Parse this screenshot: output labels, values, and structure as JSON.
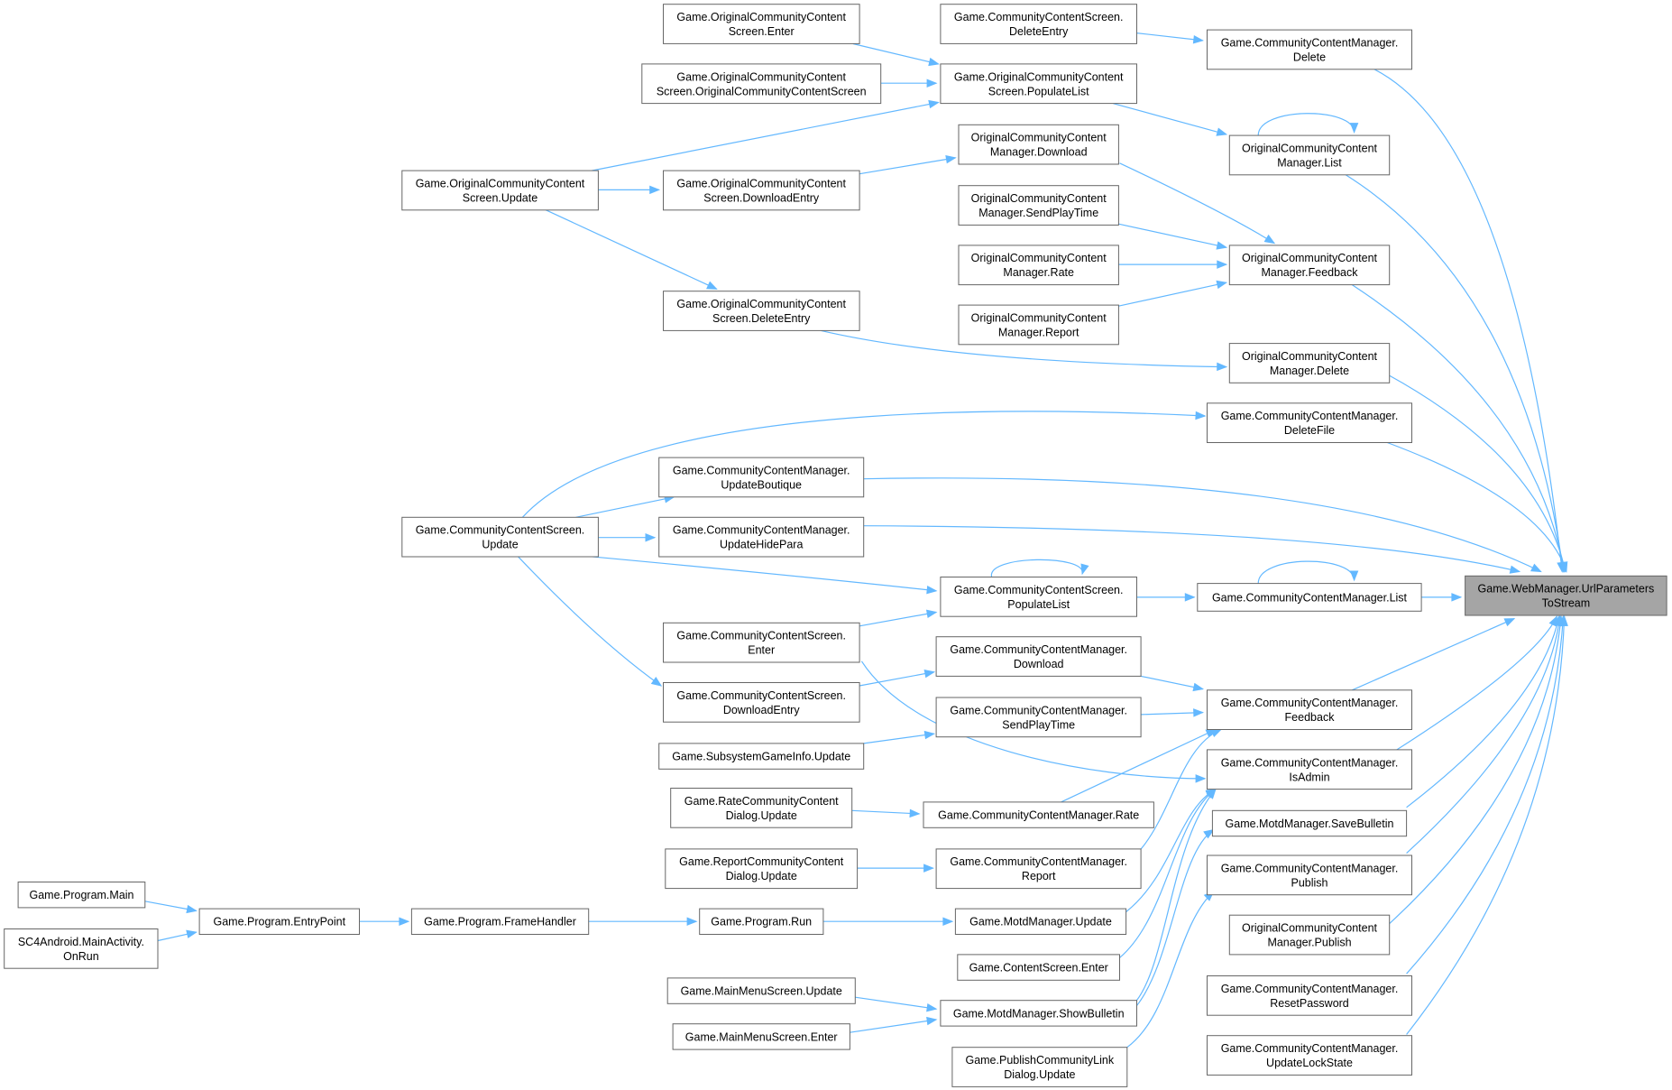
{
  "graph": {
    "colors": {
      "edge": "#63b8ff",
      "node_border": "#666666",
      "node_fill": "#ffffff",
      "focus_fill": "#a5a5a5"
    },
    "nodes": [
      {
        "id": "n_root",
        "lines": [
          "Game.WebManager.UrlParameters",
          "ToStream"
        ]
      },
      {
        "id": "n_ccm_delete",
        "lines": [
          "Game.CommunityContentManager.",
          "Delete"
        ]
      },
      {
        "id": "n_ocm_list",
        "lines": [
          "OriginalCommunityContent",
          "Manager.List"
        ]
      },
      {
        "id": "n_ocm_feedback",
        "lines": [
          "OriginalCommunityContent",
          "Manager.Feedback"
        ]
      },
      {
        "id": "n_ocm_delete",
        "lines": [
          "OriginalCommunityContent",
          "Manager.Delete"
        ]
      },
      {
        "id": "n_ccm_deletefile",
        "lines": [
          "Game.CommunityContentManager.",
          "DeleteFile"
        ]
      },
      {
        "id": "n_ccm_list",
        "lines": [
          "Game.CommunityContentManager.List"
        ]
      },
      {
        "id": "n_ccm_feedback",
        "lines": [
          "Game.CommunityContentManager.",
          "Feedback"
        ]
      },
      {
        "id": "n_ccm_isadmin",
        "lines": [
          "Game.CommunityContentManager.",
          "IsAdmin"
        ]
      },
      {
        "id": "n_motd_save",
        "lines": [
          "Game.MotdManager.SaveBulletin"
        ]
      },
      {
        "id": "n_ccm_publish",
        "lines": [
          "Game.CommunityContentManager.",
          "Publish"
        ]
      },
      {
        "id": "n_ocm_publish",
        "lines": [
          "OriginalCommunityContent",
          "Manager.Publish"
        ]
      },
      {
        "id": "n_ccm_reset",
        "lines": [
          "Game.CommunityContentManager.",
          "ResetPassword"
        ]
      },
      {
        "id": "n_ccm_lock",
        "lines": [
          "Game.CommunityContentManager.",
          "UpdateLockState"
        ]
      },
      {
        "id": "n_ccs_deleteentry",
        "lines": [
          "Game.CommunityContentScreen.",
          "DeleteEntry"
        ]
      },
      {
        "id": "n_ocs_populate",
        "lines": [
          "Game.OriginalCommunityContent",
          "Screen.PopulateList"
        ]
      },
      {
        "id": "n_ocm_download",
        "lines": [
          "OriginalCommunityContent",
          "Manager.Download"
        ]
      },
      {
        "id": "n_ocm_sendplay",
        "lines": [
          "OriginalCommunityContent",
          "Manager.SendPlayTime"
        ]
      },
      {
        "id": "n_ocm_rate",
        "lines": [
          "OriginalCommunityContent",
          "Manager.Rate"
        ]
      },
      {
        "id": "n_ocm_report",
        "lines": [
          "OriginalCommunityContent",
          "Manager.Report"
        ]
      },
      {
        "id": "n_ccs_populate",
        "lines": [
          "Game.CommunityContentScreen.",
          "PopulateList"
        ]
      },
      {
        "id": "n_ccm_download",
        "lines": [
          "Game.CommunityContentManager.",
          "Download"
        ]
      },
      {
        "id": "n_ccm_sendplay",
        "lines": [
          "Game.CommunityContentManager.",
          "SendPlayTime"
        ]
      },
      {
        "id": "n_ccm_rate",
        "lines": [
          "Game.CommunityContentManager.Rate"
        ]
      },
      {
        "id": "n_ccm_report",
        "lines": [
          "Game.CommunityContentManager.",
          "Report"
        ]
      },
      {
        "id": "n_motd_update",
        "lines": [
          "Game.MotdManager.Update"
        ]
      },
      {
        "id": "n_cs_enter",
        "lines": [
          "Game.ContentScreen.Enter"
        ]
      },
      {
        "id": "n_motd_show",
        "lines": [
          "Game.MotdManager.ShowBulletin"
        ]
      },
      {
        "id": "n_pcl_update",
        "lines": [
          "Game.PublishCommunityLink",
          "Dialog.Update"
        ]
      },
      {
        "id": "n_ocs_enter",
        "lines": [
          "Game.OriginalCommunityContent",
          "Screen.Enter"
        ]
      },
      {
        "id": "n_ocs_ctor",
        "lines": [
          "Game.OriginalCommunityContent",
          "Screen.OriginalCommunityContentScreen"
        ]
      },
      {
        "id": "n_ocs_download",
        "lines": [
          "Game.OriginalCommunityContent",
          "Screen.DownloadEntry"
        ]
      },
      {
        "id": "n_ocs_deleteentry",
        "lines": [
          "Game.OriginalCommunityContent",
          "Screen.DeleteEntry"
        ]
      },
      {
        "id": "n_ccm_boutique",
        "lines": [
          "Game.CommunityContentManager.",
          "UpdateBoutique"
        ]
      },
      {
        "id": "n_ccm_hidepara",
        "lines": [
          "Game.CommunityContentManager.",
          "UpdateHidePara"
        ]
      },
      {
        "id": "n_ccs_enter",
        "lines": [
          "Game.CommunityContentScreen.",
          "Enter"
        ]
      },
      {
        "id": "n_ccs_download",
        "lines": [
          "Game.CommunityContentScreen.",
          "DownloadEntry"
        ]
      },
      {
        "id": "n_sgi_update",
        "lines": [
          "Game.SubsystemGameInfo.Update"
        ]
      },
      {
        "id": "n_rcc_update",
        "lines": [
          "Game.RateCommunityContent",
          "Dialog.Update"
        ]
      },
      {
        "id": "n_rep_update",
        "lines": [
          "Game.ReportCommunityContent",
          "Dialog.Update"
        ]
      },
      {
        "id": "n_prog_run",
        "lines": [
          "Game.Program.Run"
        ]
      },
      {
        "id": "n_mms_update",
        "lines": [
          "Game.MainMenuScreen.Update"
        ]
      },
      {
        "id": "n_mms_enter",
        "lines": [
          "Game.MainMenuScreen.Enter"
        ]
      },
      {
        "id": "n_ocs_update",
        "lines": [
          "Game.OriginalCommunityContent",
          "Screen.Update"
        ]
      },
      {
        "id": "n_ccs_update",
        "lines": [
          "Game.CommunityContentScreen.",
          "Update"
        ]
      },
      {
        "id": "n_prog_frame",
        "lines": [
          "Game.Program.FrameHandler"
        ]
      },
      {
        "id": "n_prog_entry",
        "lines": [
          "Game.Program.EntryPoint"
        ]
      },
      {
        "id": "n_prog_main",
        "lines": [
          "Game.Program.Main"
        ]
      },
      {
        "id": "n_sc4_onrun",
        "lines": [
          "SC4Android.MainActivity.",
          "OnRun"
        ]
      }
    ]
  }
}
